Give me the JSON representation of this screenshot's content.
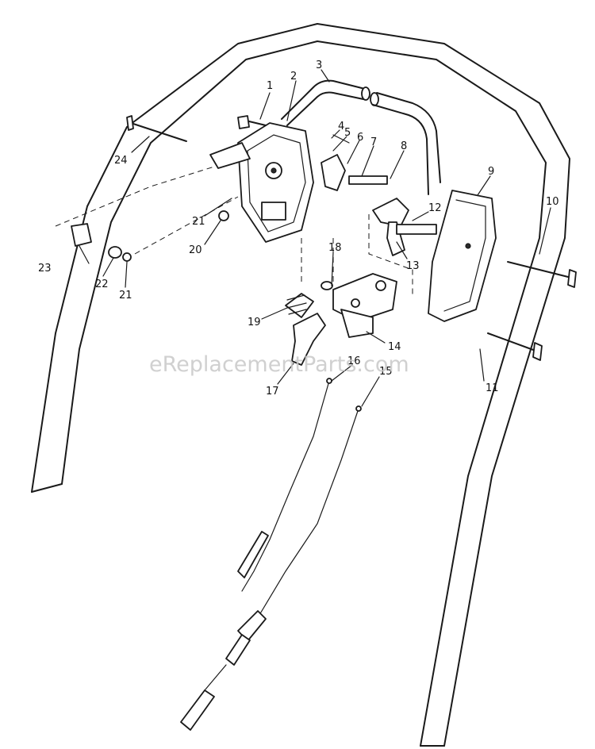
{
  "watermark": "eReplacementParts.com",
  "callouts": [
    "1",
    "2",
    "3",
    "4",
    "5",
    "6",
    "7",
    "8",
    "9",
    "10",
    "11",
    "12",
    "13",
    "14",
    "15",
    "16",
    "17",
    "18",
    "19",
    "20",
    "21",
    "21",
    "22",
    "23",
    "24"
  ]
}
